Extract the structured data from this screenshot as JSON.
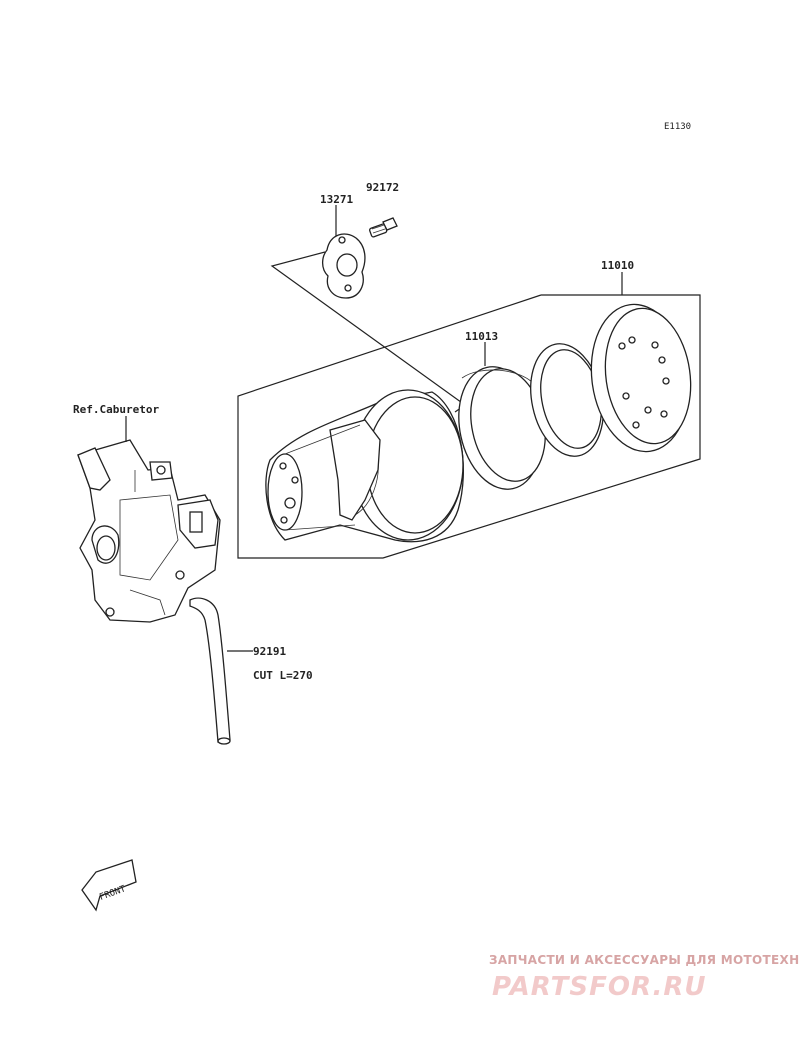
{
  "diagram_id": "E1130",
  "labels": {
    "p13271": "13271",
    "p92172": "92172",
    "p11010": "11010",
    "p11013": "11013",
    "ref_carb": "Ref.Caburetor",
    "p92191": "92191",
    "cut": "CUT L=270",
    "front": "FRONT"
  },
  "watermark": {
    "line1": "ЗАПЧАСТИ И АКСЕССУАРЫ ДЛЯ МОТОТЕХНИКИ",
    "line2": "PARTSFOR.RU"
  },
  "colors": {
    "line": "#222222",
    "watermark": "#e8b4b4"
  }
}
